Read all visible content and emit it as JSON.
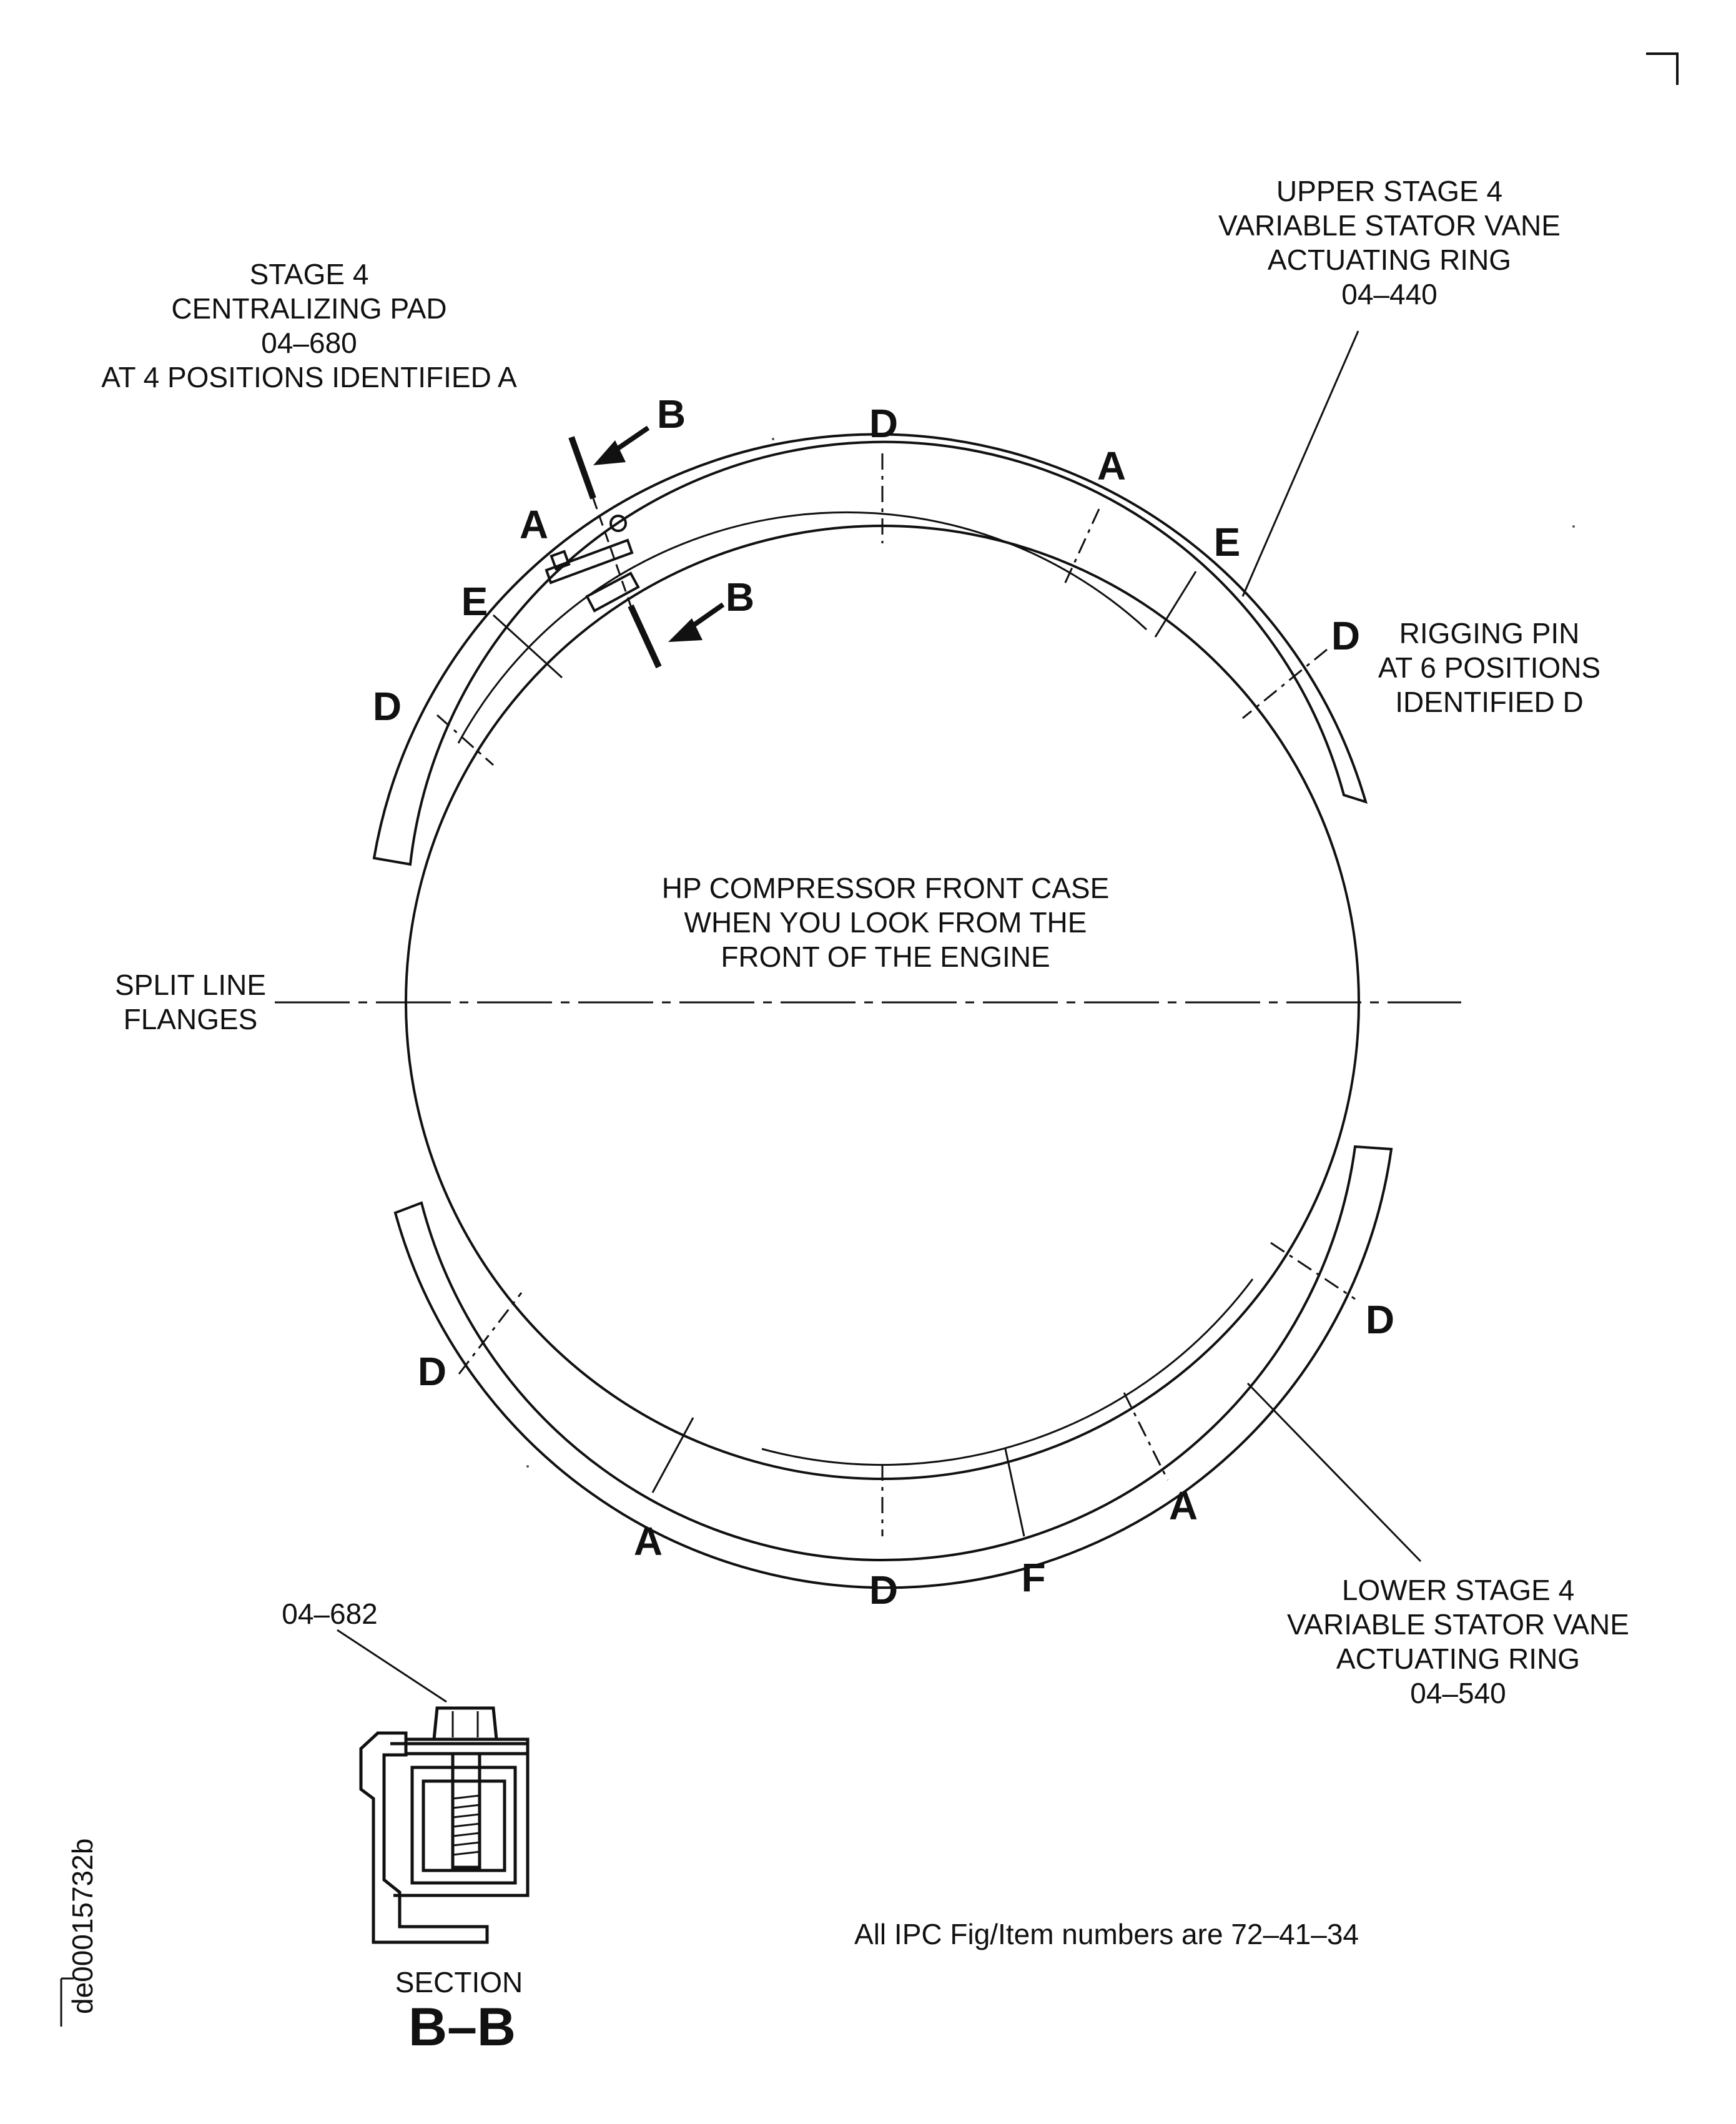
{
  "labels": {
    "pad": [
      "STAGE 4",
      "CENTRALIZING PAD",
      "04–680",
      "AT 4 POSITIONS IDENTIFIED A"
    ],
    "upper_ring": [
      "UPPER STAGE 4",
      "VARIABLE STATOR VANE",
      "ACTUATING RING",
      "04–440"
    ],
    "rigging_pin": [
      "RIGGING PIN",
      "AT 6 POSITIONS",
      "IDENTIFIED D"
    ],
    "case": [
      "HP COMPRESSOR FRONT CASE",
      "WHEN YOU LOOK FROM THE",
      "FRONT OF THE ENGINE"
    ],
    "split_line": [
      "SPLIT LINE",
      "FLANGES"
    ],
    "lower_ring": [
      "LOWER STAGE 4",
      "VARIABLE STATOR VANE",
      "ACTUATING RING",
      "04–540"
    ],
    "bolt": "04–682",
    "section_title": "SECTION",
    "section_id": "B–B",
    "note": "All IPC Fig/Item numbers are 72–41–34",
    "drawing_id": "de00015732b"
  },
  "letters": {
    "A": "A",
    "B": "B",
    "D": "D",
    "E": "E",
    "F": "F"
  }
}
